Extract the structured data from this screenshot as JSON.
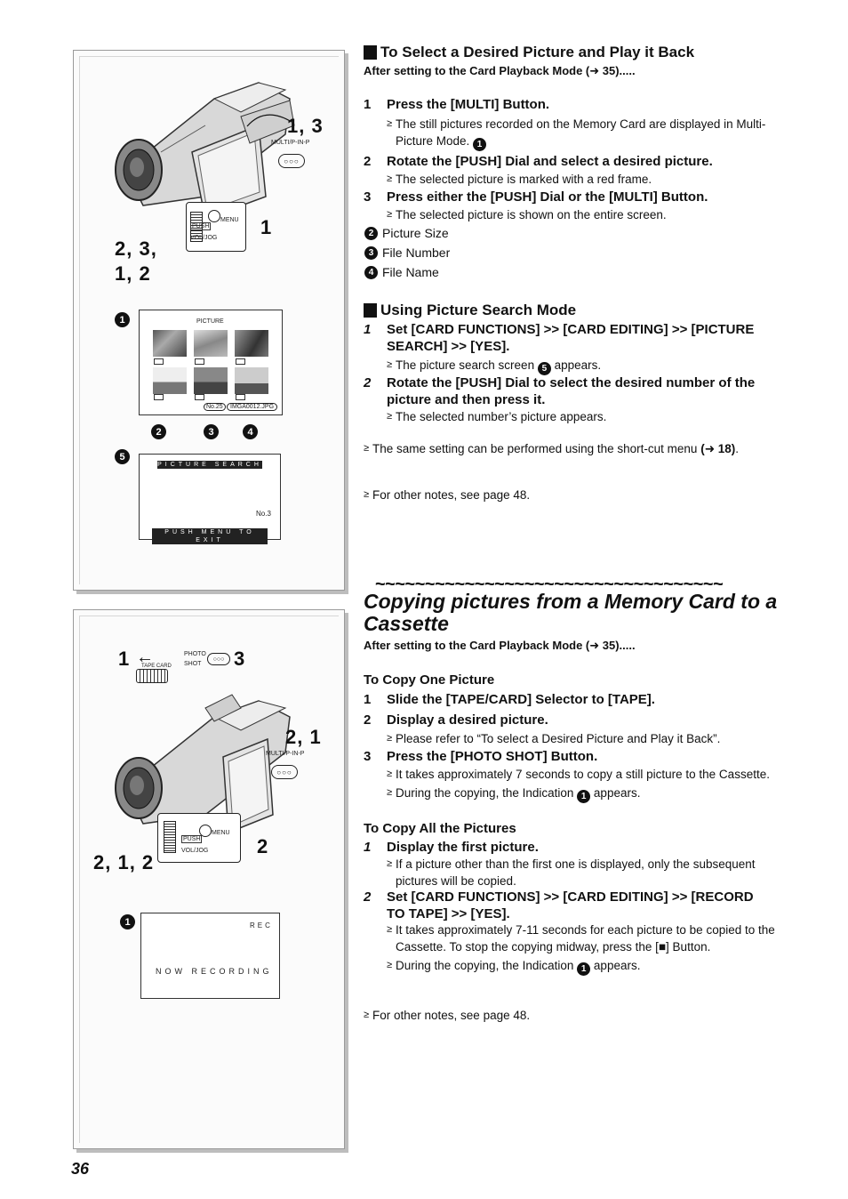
{
  "page_number": "36",
  "fig1": {
    "callout_a": "1, 3",
    "callout_b": "2, 3,",
    "callout_c": "1, 2",
    "callout_d": "1",
    "multi_label": "MULTI/P-IN-P",
    "push_label": "PUSH",
    "menu_label": "MENU",
    "voljog_label": "VOL/JOG",
    "marker1": "1",
    "screen1_title": "PICTURE",
    "no_label": "No.25",
    "file_label": "IMGA0012.JPG",
    "marker2": "2",
    "marker3": "3",
    "marker4": "4",
    "marker5": "5",
    "search_title": "PICTURE SEARCH",
    "search_no": "No.3",
    "search_exit": "PUSH MENU TO EXIT"
  },
  "fig2": {
    "callout_1": "1",
    "callout_3": "3",
    "callout_21": "2, 1",
    "callout_2": "2",
    "callout_212": "2, 1, 2",
    "tape_card_label": "TAPE CARD",
    "photo_label": "PHOTO",
    "shot_label": "SHOT",
    "multi_label": "MULTI/P-IN-P",
    "push_label": "PUSH",
    "menu_label": "MENU",
    "voljog_label": "VOL/JOG",
    "marker1": "1",
    "rec_label": "REC",
    "now_recording": "NOW RECORDING"
  },
  "section1": {
    "heading": "To Select a Desired Picture and Play it Back",
    "after": "After setting to the Card Playback Mode (➜ 35).....",
    "step1_n": "1",
    "step1": "Press the [MULTI] Button.",
    "step1_b1a": "The still pictures recorded on the Memory Card are displayed in Multi-",
    "step1_b1b": "Picture Mode.",
    "step1_b1_marker": "1",
    "step2_n": "2",
    "step2": "Rotate the [PUSH] Dial and select a desired picture.",
    "step2_b1": "The selected picture is marked with a red frame.",
    "step3_n": "3",
    "step3": "Press either the [PUSH] Dial or the [MULTI] Button.",
    "step3_b1": "The selected picture is shown on the entire screen.",
    "legend2_n": "2",
    "legend2": "Picture Size",
    "legend3_n": "3",
    "legend3": "File Number",
    "legend4_n": "4",
    "legend4": "File Name"
  },
  "section2": {
    "heading": "Using Picture Search Mode",
    "step1_n": "1",
    "step1a": "Set [CARD FUNCTIONS] >> [CARD EDITING] >> [PICTURE",
    "step1b": "SEARCH] >> [YES].",
    "step1_b1a": "The picture search screen",
    "step1_b1_marker": "5",
    "step1_b1b": "appears.",
    "step2_n": "2",
    "step2a": "Rotate the [PUSH] Dial to select the desired number of the",
    "step2b": "picture and then press it.",
    "step2_b1": "The selected number’s picture appears.",
    "note1a": "The same setting can be performed using the short-cut menu ",
    "note1b": "(➜ 18)",
    "note1c": ".",
    "note2": "For other notes, see page 48."
  },
  "section3": {
    "tildes": "~~~~~~~~~~~~~~~~~~~~~~~~~~~~~~~~~~~",
    "title1": "Copying pictures from a Memory Card to a",
    "title2": "Cassette",
    "after": "After setting to the Card Playback Mode (➜ 35).....",
    "sub1": "To Copy One Picture",
    "s1_n": "1",
    "s1": "Slide the [TAPE/CARD] Selector to [TAPE].",
    "s2_n": "2",
    "s2": "Display a desired picture.",
    "s2_b1": "Please refer to “To select a Desired Picture and Play it Back”.",
    "s3_n": "3",
    "s3": "Press the [PHOTO SHOT] Button.",
    "s3_b1": "It takes approximately 7 seconds to copy a still picture to the Cassette.",
    "s3_b2a": "During the copying, the Indication",
    "s3_b2_marker": "1",
    "s3_b2b": "appears.",
    "sub2": "To Copy All the Pictures",
    "a1_n": "1",
    "a1": "Display the first picture.",
    "a1_b1a": "If a picture other than the first one is displayed, only the subsequent",
    "a1_b1b": "pictures will be copied.",
    "a2_n": "2",
    "a2a": "Set [CARD FUNCTIONS] >> [CARD EDITING] >> [RECORD",
    "a2b": "TO TAPE] >> [YES].",
    "a2_b1a": "It takes approximately 7-11 seconds for each picture to be copied to the",
    "a2_b1b": "Cassette. To stop the copying midway, press the [■] Button.",
    "a2_b2a": "During the copying, the Indication",
    "a2_b2_marker": "1",
    "a2_b2b": "appears.",
    "note": "For other notes, see page 48."
  },
  "bullet_glyph": "≥"
}
